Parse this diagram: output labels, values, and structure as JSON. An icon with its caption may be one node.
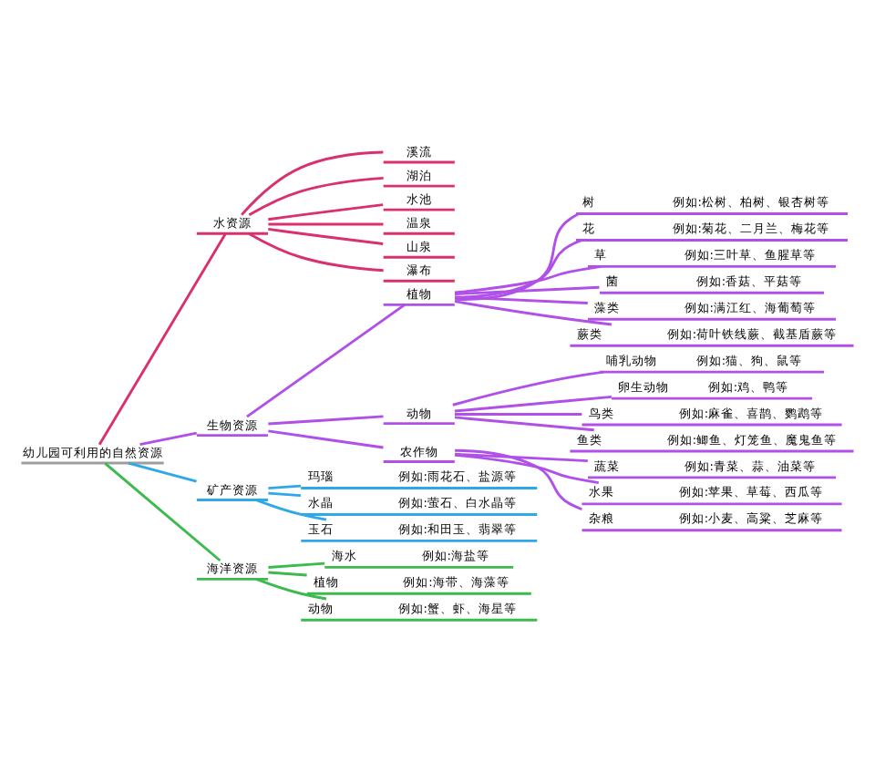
{
  "diagram": {
    "nodes": [
      {
        "text": [
          "幼儿园可利用的自然资源"
        ]
      },
      {
        "text": [
          "水资源"
        ]
      },
      {
        "text": [
          "溪流"
        ]
      },
      {
        "text": [
          "湖泊"
        ]
      },
      {
        "text": [
          "水池"
        ]
      },
      {
        "text": [
          "温泉"
        ]
      },
      {
        "text": [
          "山泉"
        ]
      },
      {
        "text": [
          "瀑布"
        ]
      },
      {
        "text": [
          "生物资源"
        ]
      },
      {
        "text": [
          "植物"
        ]
      },
      {
        "text": [
          "树",
          "例如:松树、柏树、银杏树等"
        ]
      },
      {
        "text": [
          "花",
          "例如:菊花、二月兰、梅花等"
        ]
      },
      {
        "text": [
          "草",
          "例如:三叶草、鱼腥草等"
        ]
      },
      {
        "text": [
          "菌",
          "例如:香菇、平菇等"
        ]
      },
      {
        "text": [
          "藻类",
          "例如:满江红、海葡萄等"
        ]
      },
      {
        "text": [
          "蕨类",
          "例如:荷叶铁线蕨、截基盾蕨等"
        ]
      },
      {
        "text": [
          "动物"
        ]
      },
      {
        "text": [
          "哺乳动物",
          "例如:猫、狗、鼠等"
        ]
      },
      {
        "text": [
          "卵生动物",
          "例如:鸡、鸭等"
        ]
      },
      {
        "text": [
          "鸟类",
          "例如:麻雀、喜鹊、鹦鹉等"
        ]
      },
      {
        "text": [
          "鱼类",
          "例如:鲫鱼、灯笼鱼、魔鬼鱼等"
        ]
      },
      {
        "text": [
          "农作物"
        ]
      },
      {
        "text": [
          "蔬菜",
          "例如:青菜、蒜、油菜等"
        ]
      },
      {
        "text": [
          "水果",
          "例如:苹果、草莓、西瓜等"
        ]
      },
      {
        "text": [
          "杂粮",
          "例如:小麦、高粱、芝麻等"
        ]
      },
      {
        "text": [
          "矿产资源"
        ]
      },
      {
        "text": [
          "玛瑙",
          "例如:雨花石、盐源等"
        ]
      },
      {
        "text": [
          "水晶",
          "例如:萤石、白水晶等"
        ]
      },
      {
        "text": [
          "玉石",
          "例如:和田玉、翡翠等"
        ]
      },
      {
        "text": [
          "海洋资源"
        ]
      },
      {
        "text": [
          "海水",
          "例如:海盐等"
        ]
      },
      {
        "text": [
          "植物",
          "例如:海带、海藻等"
        ]
      },
      {
        "text": [
          "动物",
          "例如:蟹、虾、海星等"
        ]
      }
    ],
    "edges": [
      {
        "from": 0,
        "to": 1,
        "arrow": "none",
        "color": "#d9306f"
      },
      {
        "from": 1,
        "to": 2,
        "arrow": "none",
        "color": "#d9306f"
      },
      {
        "from": 1,
        "to": 3,
        "arrow": "none",
        "color": "#d9306f"
      },
      {
        "from": 1,
        "to": 4,
        "arrow": "none",
        "color": "#d9306f"
      },
      {
        "from": 1,
        "to": 5,
        "arrow": "none",
        "color": "#d9306f"
      },
      {
        "from": 1,
        "to": 6,
        "arrow": "none",
        "color": "#d9306f"
      },
      {
        "from": 1,
        "to": 7,
        "arrow": "none",
        "color": "#d9306f"
      },
      {
        "from": 0,
        "to": 8,
        "arrow": "none"
      },
      {
        "from": 8,
        "to": 9,
        "arrow": "none"
      },
      {
        "from": 9,
        "to": 10,
        "arrow": "none"
      },
      {
        "from": 9,
        "to": 11,
        "arrow": "none"
      },
      {
        "from": 9,
        "to": 12,
        "arrow": "none"
      },
      {
        "from": 9,
        "to": 13,
        "arrow": "none"
      },
      {
        "from": 9,
        "to": 14,
        "arrow": "none"
      },
      {
        "from": 9,
        "to": 15,
        "arrow": "none"
      },
      {
        "from": 8,
        "to": 16,
        "arrow": "none"
      },
      {
        "from": 16,
        "to": 17,
        "arrow": "none"
      },
      {
        "from": 16,
        "to": 18,
        "arrow": "none"
      },
      {
        "from": 16,
        "to": 19,
        "arrow": "none"
      },
      {
        "from": 16,
        "to": 20,
        "arrow": "none"
      },
      {
        "from": 8,
        "to": 21,
        "arrow": "none"
      },
      {
        "from": 21,
        "to": 22,
        "arrow": "none"
      },
      {
        "from": 21,
        "to": 23,
        "arrow": "none"
      },
      {
        "from": 21,
        "to": 24,
        "arrow": "none"
      },
      {
        "from": 0,
        "to": 25,
        "arrow": "none",
        "color": "#2ea8e6"
      },
      {
        "from": 25,
        "to": 26,
        "arrow": "none",
        "color": "#2ea8e6"
      },
      {
        "from": 25,
        "to": 27,
        "arrow": "none",
        "color": "#2ea8e6"
      },
      {
        "from": 25,
        "to": 28,
        "arrow": "none",
        "color": "#2ea8e6"
      },
      {
        "from": 0,
        "to": 29,
        "arrow": "none",
        "color": "#3dba4e"
      },
      {
        "from": 29,
        "to": 30,
        "arrow": "none",
        "color": "#3dba4e"
      },
      {
        "from": 29,
        "to": 31,
        "arrow": "none",
        "color": "#3dba4e"
      },
      {
        "from": 29,
        "to": 32,
        "arrow": "none",
        "color": "#3dba4e"
      }
    ]
  }
}
